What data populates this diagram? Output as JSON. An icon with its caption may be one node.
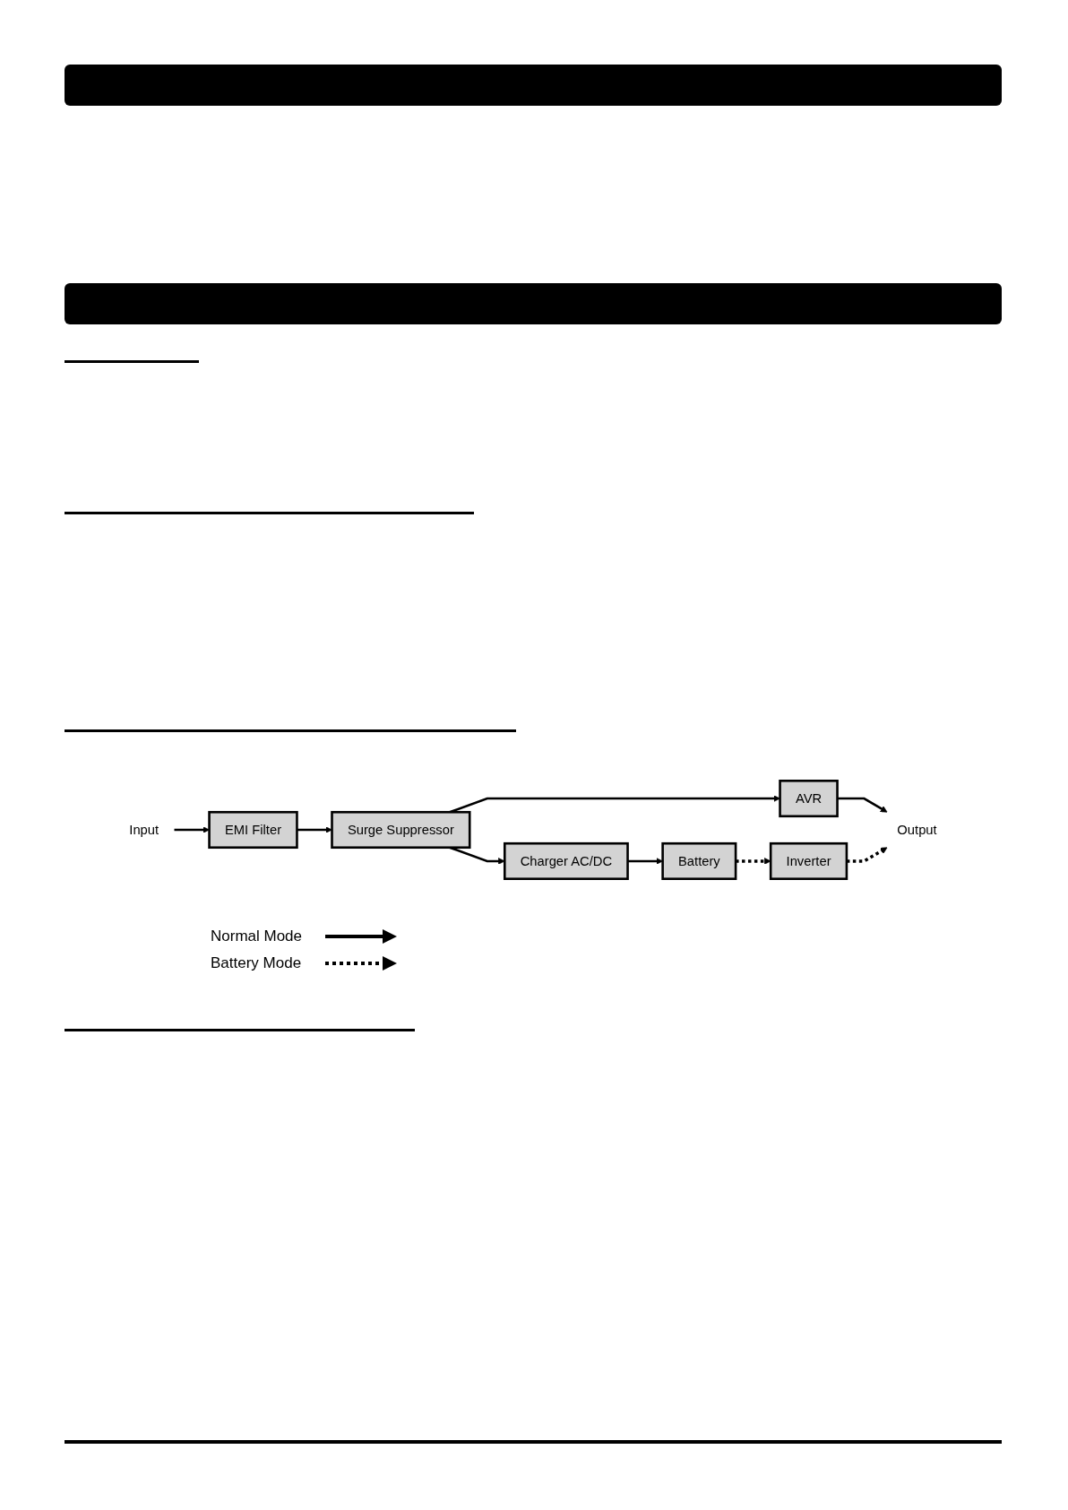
{
  "diagram": {
    "nodes": [
      {
        "text": [
          "Input"
        ]
      },
      {
        "text": [
          "EMI Filter"
        ]
      },
      {
        "text": [
          "Surge Suppressor"
        ]
      },
      {
        "text": [
          "AVR"
        ]
      },
      {
        "text": [
          "Output"
        ]
      },
      {
        "text": [
          "Charger AC/DC"
        ]
      },
      {
        "text": [
          "Inverter"
        ]
      },
      {
        "text": [
          "Battery"
        ]
      }
    ],
    "edges": [
      {
        "from": 0,
        "to": 1,
        "arrow": "to"
      },
      {
        "from": 1,
        "to": 2,
        "arrow": "to"
      },
      {
        "from": 2,
        "to": 3,
        "arrow": "to"
      },
      {
        "from": 2,
        "to": 5,
        "arrow": "to"
      },
      {
        "from": 3,
        "to": 4,
        "arrow": "to"
      },
      {
        "from": 5,
        "to": 7,
        "arrow": "to"
      },
      {
        "from": 7,
        "to": 6,
        "arrow": "to",
        "style": "dashed"
      },
      {
        "from": 6,
        "to": 4,
        "arrow": "to",
        "style": "dashed"
      }
    ],
    "legend": [
      {
        "text": "Normal Mode"
      },
      {
        "text": "Battery Mode"
      }
    ]
  }
}
